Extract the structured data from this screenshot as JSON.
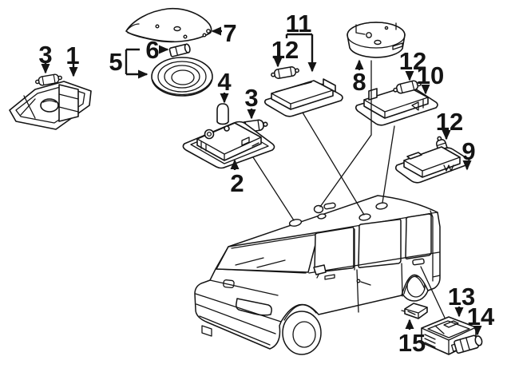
{
  "diagram": {
    "colors": {
      "background": "#ffffff",
      "line": "#141414"
    },
    "callouts": [
      "3",
      "1",
      "5",
      "6",
      "7",
      "4",
      "3",
      "2",
      "11",
      "12",
      "8",
      "12",
      "10",
      "12",
      "9",
      "13",
      "14",
      "15"
    ]
  }
}
